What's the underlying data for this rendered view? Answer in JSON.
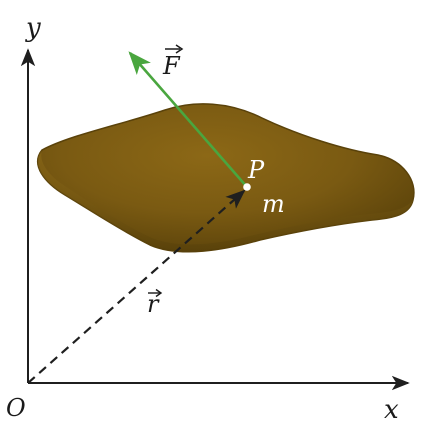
{
  "labels": {
    "y_axis": "y",
    "x_axis": "x",
    "origin": "O",
    "force": "F",
    "position_vector": "r",
    "point": "P",
    "mass": "m"
  },
  "colors": {
    "axis": "#1f1f1f",
    "force_arrow": "#4aa63f",
    "body_fill": "#7a5a12",
    "body_shadow": "#4f3a08",
    "body_highlight": "#a07a1e",
    "position_vector": "#1f1f1f",
    "point": "#ffffff"
  }
}
